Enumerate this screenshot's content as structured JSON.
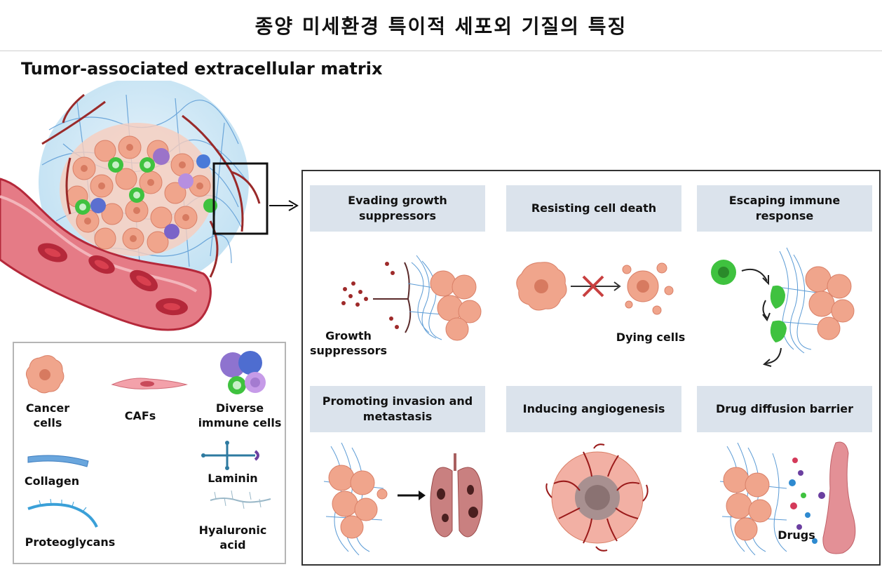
{
  "header": {
    "title": "종양 미세환경 특이적 세포외 기질의 특징",
    "subtitle": "Tumor-associated extracellular matrix"
  },
  "legend": {
    "cancer_cells": "Cancer\ncells",
    "cafs": "CAFs",
    "immune_cells": "Diverse\nimmune cells",
    "collagen": "Collagen",
    "laminin": "Laminin",
    "proteoglycans": "Proteoglycans",
    "hyaluronic_acid": "Hyaluronic\nacid"
  },
  "panels": [
    {
      "title": "Evading growth\nsuppressors",
      "caption": "Growth\nsuppressors"
    },
    {
      "title": "Resisting cell death",
      "caption": "Dying cells"
    },
    {
      "title": "Escaping immune\nresponse"
    },
    {
      "title": "Promoting invasion and\nmetastasis"
    },
    {
      "title": "Inducing angiogenesis"
    },
    {
      "title": "Drug diffusion barrier",
      "caption": "Drugs"
    }
  ],
  "colors": {
    "cancer_cell": "#f0a58c",
    "immune_green": "#3fc23f",
    "collagen_blue": "#5b9bd5",
    "vessel_red": "#b5283a",
    "header_bg": "#dbe3ec"
  }
}
